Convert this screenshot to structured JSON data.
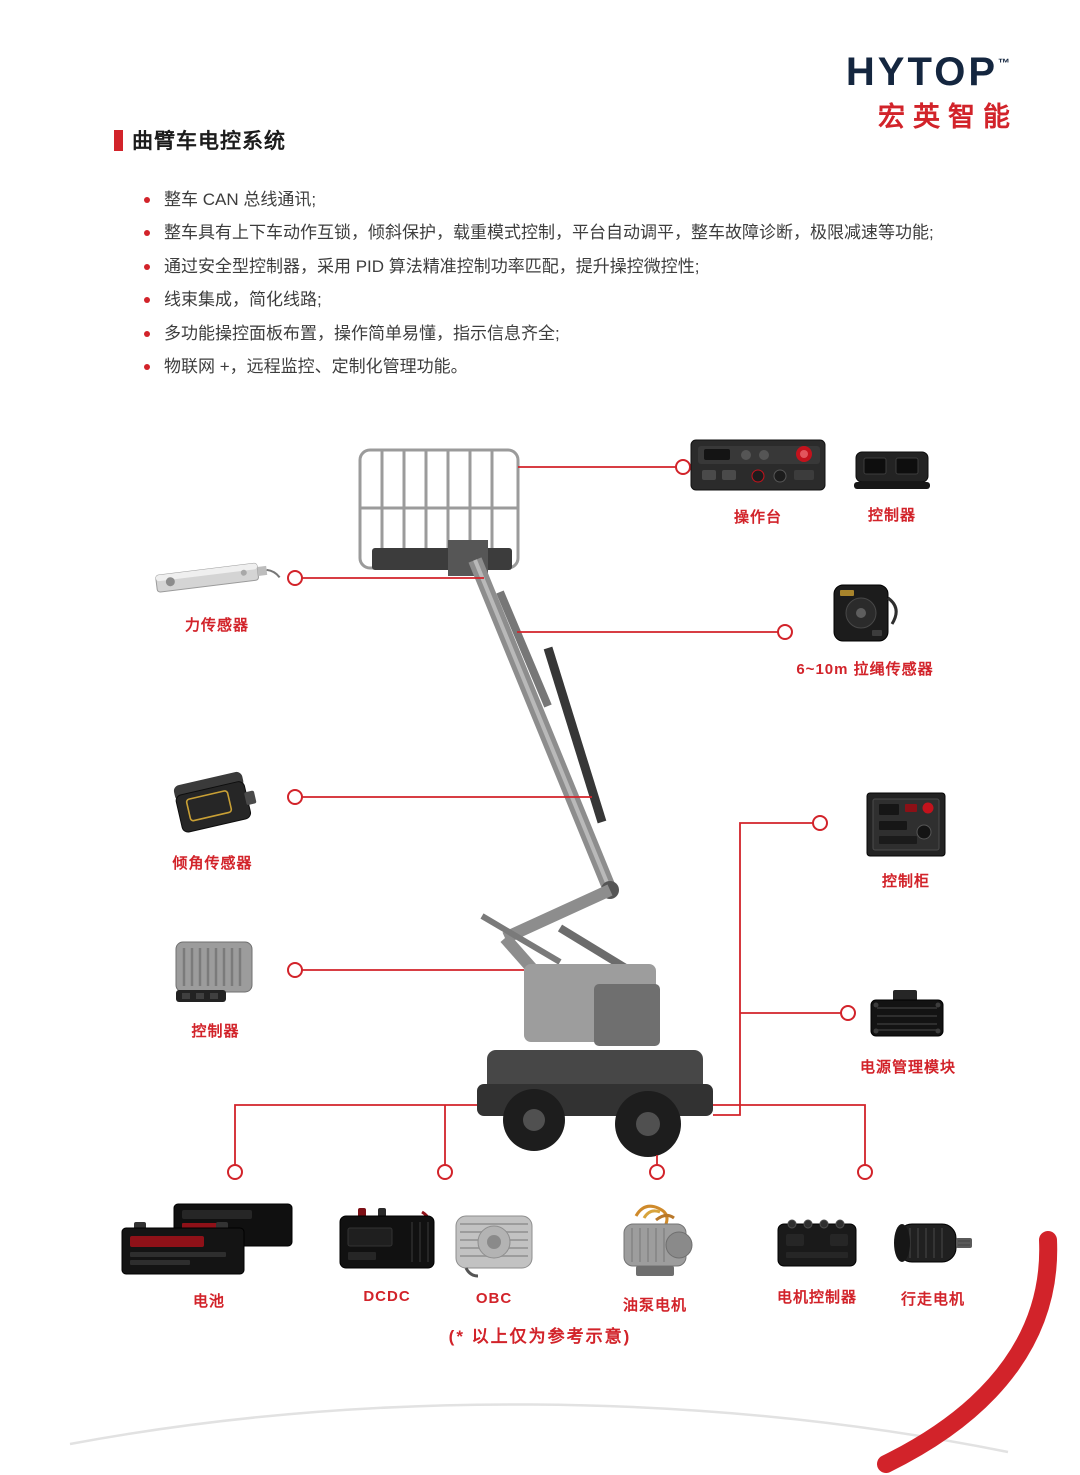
{
  "header": {
    "brand": "HYTOP",
    "tm": "™",
    "brand_cn": "宏英智能"
  },
  "section": {
    "title": "曲臂车电控系统"
  },
  "bullets": [
    "整车 CAN 总线通讯;",
    "整车具有上下车动作互锁，倾斜保护，载重模式控制，平台自动调平，整车故障诊断，极限减速等功能;",
    "通过安全型控制器，采用 PID 算法精准控制功率匹配，提升操控微控性;",
    "线束集成，简化线路;",
    "多功能操控面板布置，操作简单易懂，指示信息齐全;",
    "物联网 +，远程监控、定制化管理功能。"
  ],
  "callouts": {
    "console": {
      "label": "操作台"
    },
    "controller_top": {
      "label": "控制器"
    },
    "force_sensor": {
      "label": "力传感器"
    },
    "draw_wire_sensor": {
      "label": "6~10m 拉绳传感器"
    },
    "tilt_sensor": {
      "label": "倾角传感器"
    },
    "control_cabinet": {
      "label": "控制柜"
    },
    "controller_left": {
      "label": "控制器"
    },
    "power_mgmt": {
      "label": "电源管理模块"
    },
    "battery": {
      "label": "电池"
    },
    "dcdc": {
      "label": "DCDC"
    },
    "obc": {
      "label": "OBC"
    },
    "oil_pump_motor": {
      "label": "油泵电机"
    },
    "motor_controller": {
      "label": "电机控制器"
    },
    "travel_motor": {
      "label": "行走电机"
    }
  },
  "footnote": "(* 以上仅为参考示意)",
  "colors": {
    "accent_red": "#d2232a",
    "brand_navy": "#14263f"
  }
}
